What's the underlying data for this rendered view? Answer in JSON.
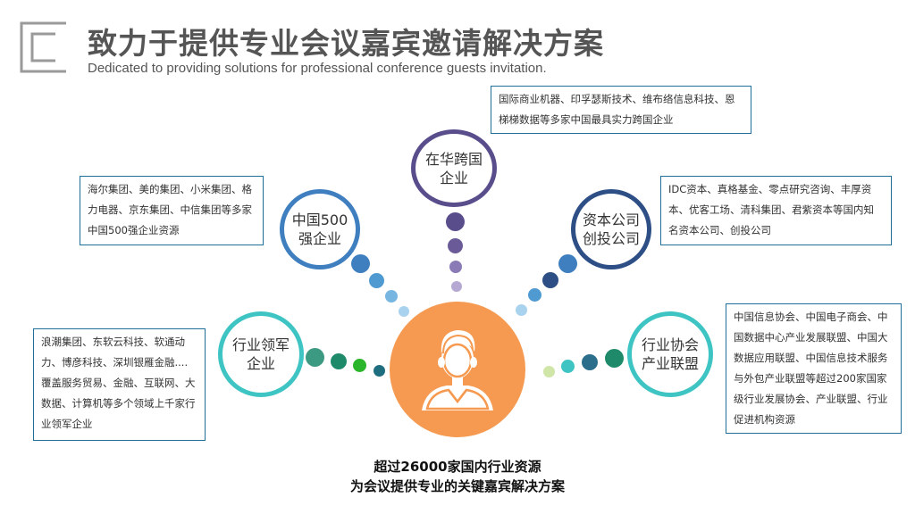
{
  "header": {
    "title": "致力于提供专业会议嘉宾邀请解决方案",
    "subtitle": "Dedicated to providing solutions for professional conference guests invitation."
  },
  "nodes": {
    "multinational": {
      "label": "在华跨国\n企业",
      "desc": "国际商业机器、印孚瑟斯技术、维布络信息科技、恩梯梯数据等多家中国最具实力跨国企业",
      "color": "#5a4d8c"
    },
    "fortune500": {
      "label": "中国500\n强企业",
      "desc": "海尔集团、美的集团、小米集团、格力电器、京东集团、中信集团等多家中国500强企业资源",
      "color": "#3f7fc0"
    },
    "capital": {
      "label": "资本公司\n创投公司",
      "desc": "IDC资本、真格基金、零点研究咨询、丰厚资本、优客工场、清科集团、君紫资本等国内知名资本公司、创投公司",
      "color": "#2d4f86"
    },
    "leaders": {
      "label": "行业领军\n企业",
      "desc": "浪潮集团、东软云科技、软通动力、博彦科技、深圳银雁金融....覆盖服务贸易、金融、互联网、大数据、计算机等多个领域上千家行业领军企业",
      "color": "#3fc4c4"
    },
    "associations": {
      "label": "行业协会\n产业联盟",
      "desc": "中国信息协会、中国电子商会、中国数据中心产业发展联盟、中国大数据应用联盟、中国信息技术服务与外包产业联盟等超过200家国家级行业发展协会、产业联盟、行业促进机构资源",
      "color": "#3fc4c4"
    }
  },
  "footer": {
    "line1": "超过26000家国内行业资源",
    "line2": "为会议提供专业的关键嘉宾解决方案"
  },
  "colors": {
    "center": "#f59a50",
    "box_border": "#1f6f9a"
  }
}
